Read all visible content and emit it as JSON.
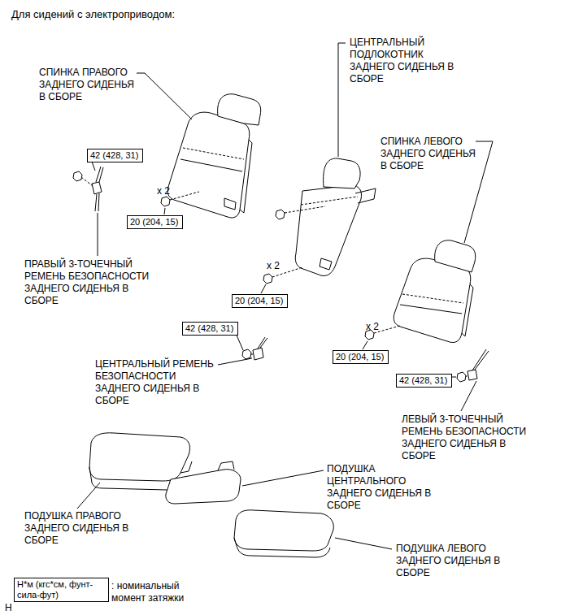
{
  "diagram": {
    "title": "Для сидений с электроприводом:",
    "nodes": [
      {
        "text": [
          "42 (428, 31)"
        ]
      },
      {
        "text": [
          "20 (204, 15)"
        ]
      },
      {
        "text": [
          "20 (204, 15)"
        ]
      },
      {
        "text": [
          "42 (428, 31)"
        ]
      },
      {
        "text": [
          "20 (204, 15)"
        ]
      },
      {
        "text": [
          "42 (428, 31)"
        ]
      },
      {
        "text": [
          "Н*м (кгс*см, фунт-сила-фут)"
        ]
      }
    ],
    "labels": [
      "СПИНКА ПРАВОГО ЗАДНЕГО СИДЕНЬЯ В СБОРЕ",
      "ЦЕНТРАЛЬНЫЙ ПОДЛОКОТНИК ЗАДНЕГО СИДЕНЬЯ В СБОРЕ",
      "СПИНКА ЛЕВОГО ЗАДНЕГО СИДЕНЬЯ В СБОРЕ",
      "x 2",
      "ПРАВЫЙ 3-ТОЧЕЧНЫЙ РЕМЕНЬ БЕЗОПАСНОСТИ ЗАДНЕГО СИДЕНЬЯ В СБОРЕ",
      "x 2",
      "ЦЕНТРАЛЬНЫЙ РЕМЕНЬ БЕЗОПАСНОСТИ ЗАДНЕГО СИДЕНЬЯ В СБОРЕ",
      "x 2",
      "ЛЕВЫЙ 3-ТОЧЕЧНЫЙ РЕМЕНЬ БЕЗОПАСНОСТИ ЗАДНЕГО СИДЕНЬЯ В СБОРЕ",
      "ПОДУШКА ЦЕНТРАЛЬНОГО ЗАДНЕГО СИДЕНЬЯ В СБОРЕ",
      "ПОДУШКА ПРАВОГО ЗАДНЕГО СИДЕНЬЯ В СБОРЕ",
      "ПОДУШКА ЛЕВОГО ЗАДНЕГО СИДЕНЬЯ В СБОРЕ",
      ": номинальный момент затяжки",
      "H"
    ]
  }
}
